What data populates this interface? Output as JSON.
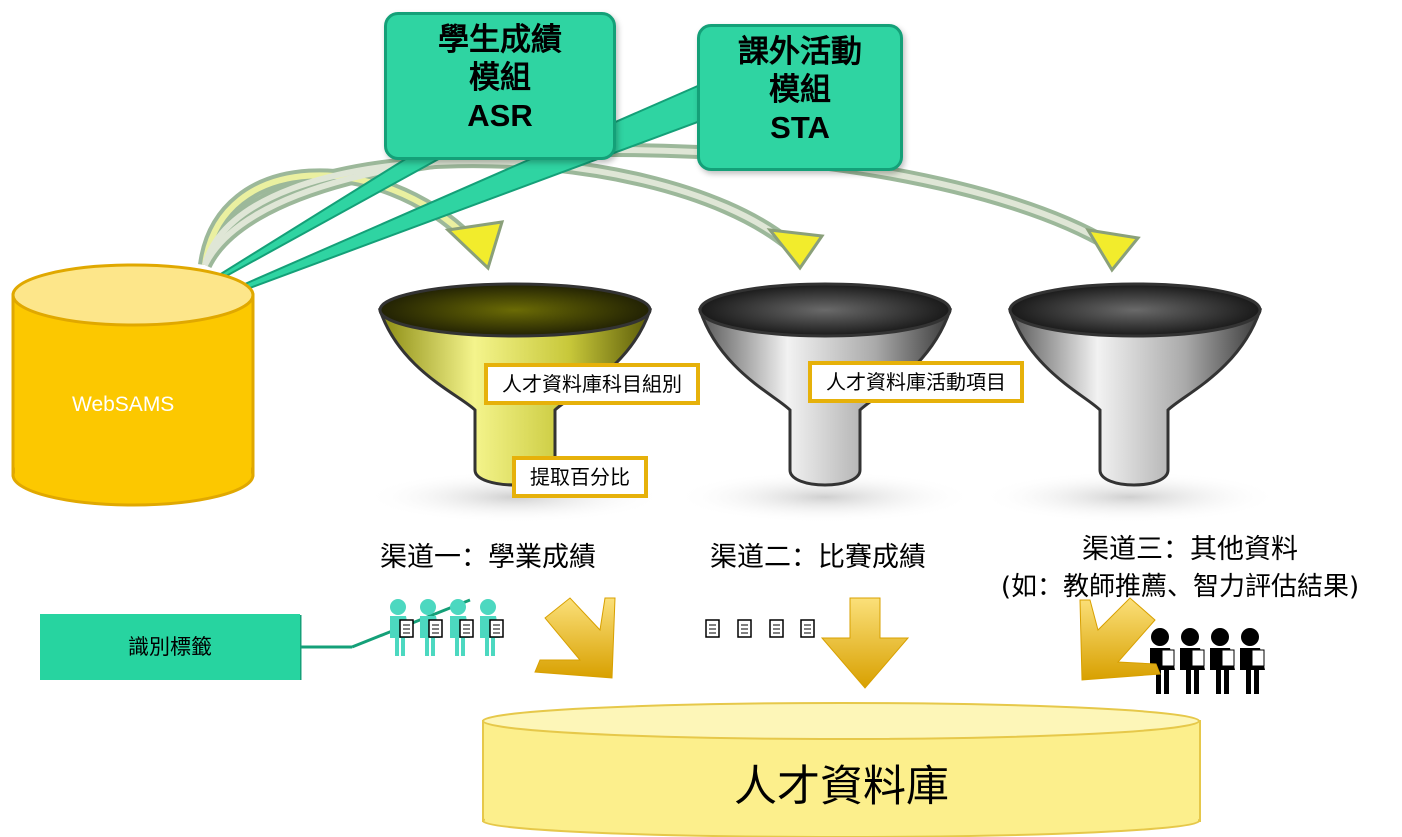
{
  "source_db": {
    "label": "WebSAMS"
  },
  "modules": [
    {
      "lines": [
        "學生成績",
        "模組",
        "ASR"
      ]
    },
    {
      "lines": [
        "課外活動",
        "模組",
        "STA"
      ]
    }
  ],
  "criteria": {
    "subject_group": "人才資料庫科目組別",
    "percentage": "提取百分比",
    "activity_items": "人才資料庫活動項目"
  },
  "channels": [
    {
      "title": "渠道一：學業成績"
    },
    {
      "title": "渠道二：比賽成績"
    },
    {
      "title": "渠道三：其他資料",
      "subtitle": "(如：教師推薦、智力評估結果)"
    }
  ],
  "identifier_label": "識別標籤",
  "target_db": {
    "label": "人才資料庫"
  },
  "colors": {
    "cylinder_fill": "#fcc800",
    "callout_fill": "#2fd4a2",
    "arrow_yellow": "#f2ec2c",
    "arrow_gold": "#e8b400",
    "label_border": "#e6b10a",
    "target_db_fill": "#fcef8c"
  }
}
